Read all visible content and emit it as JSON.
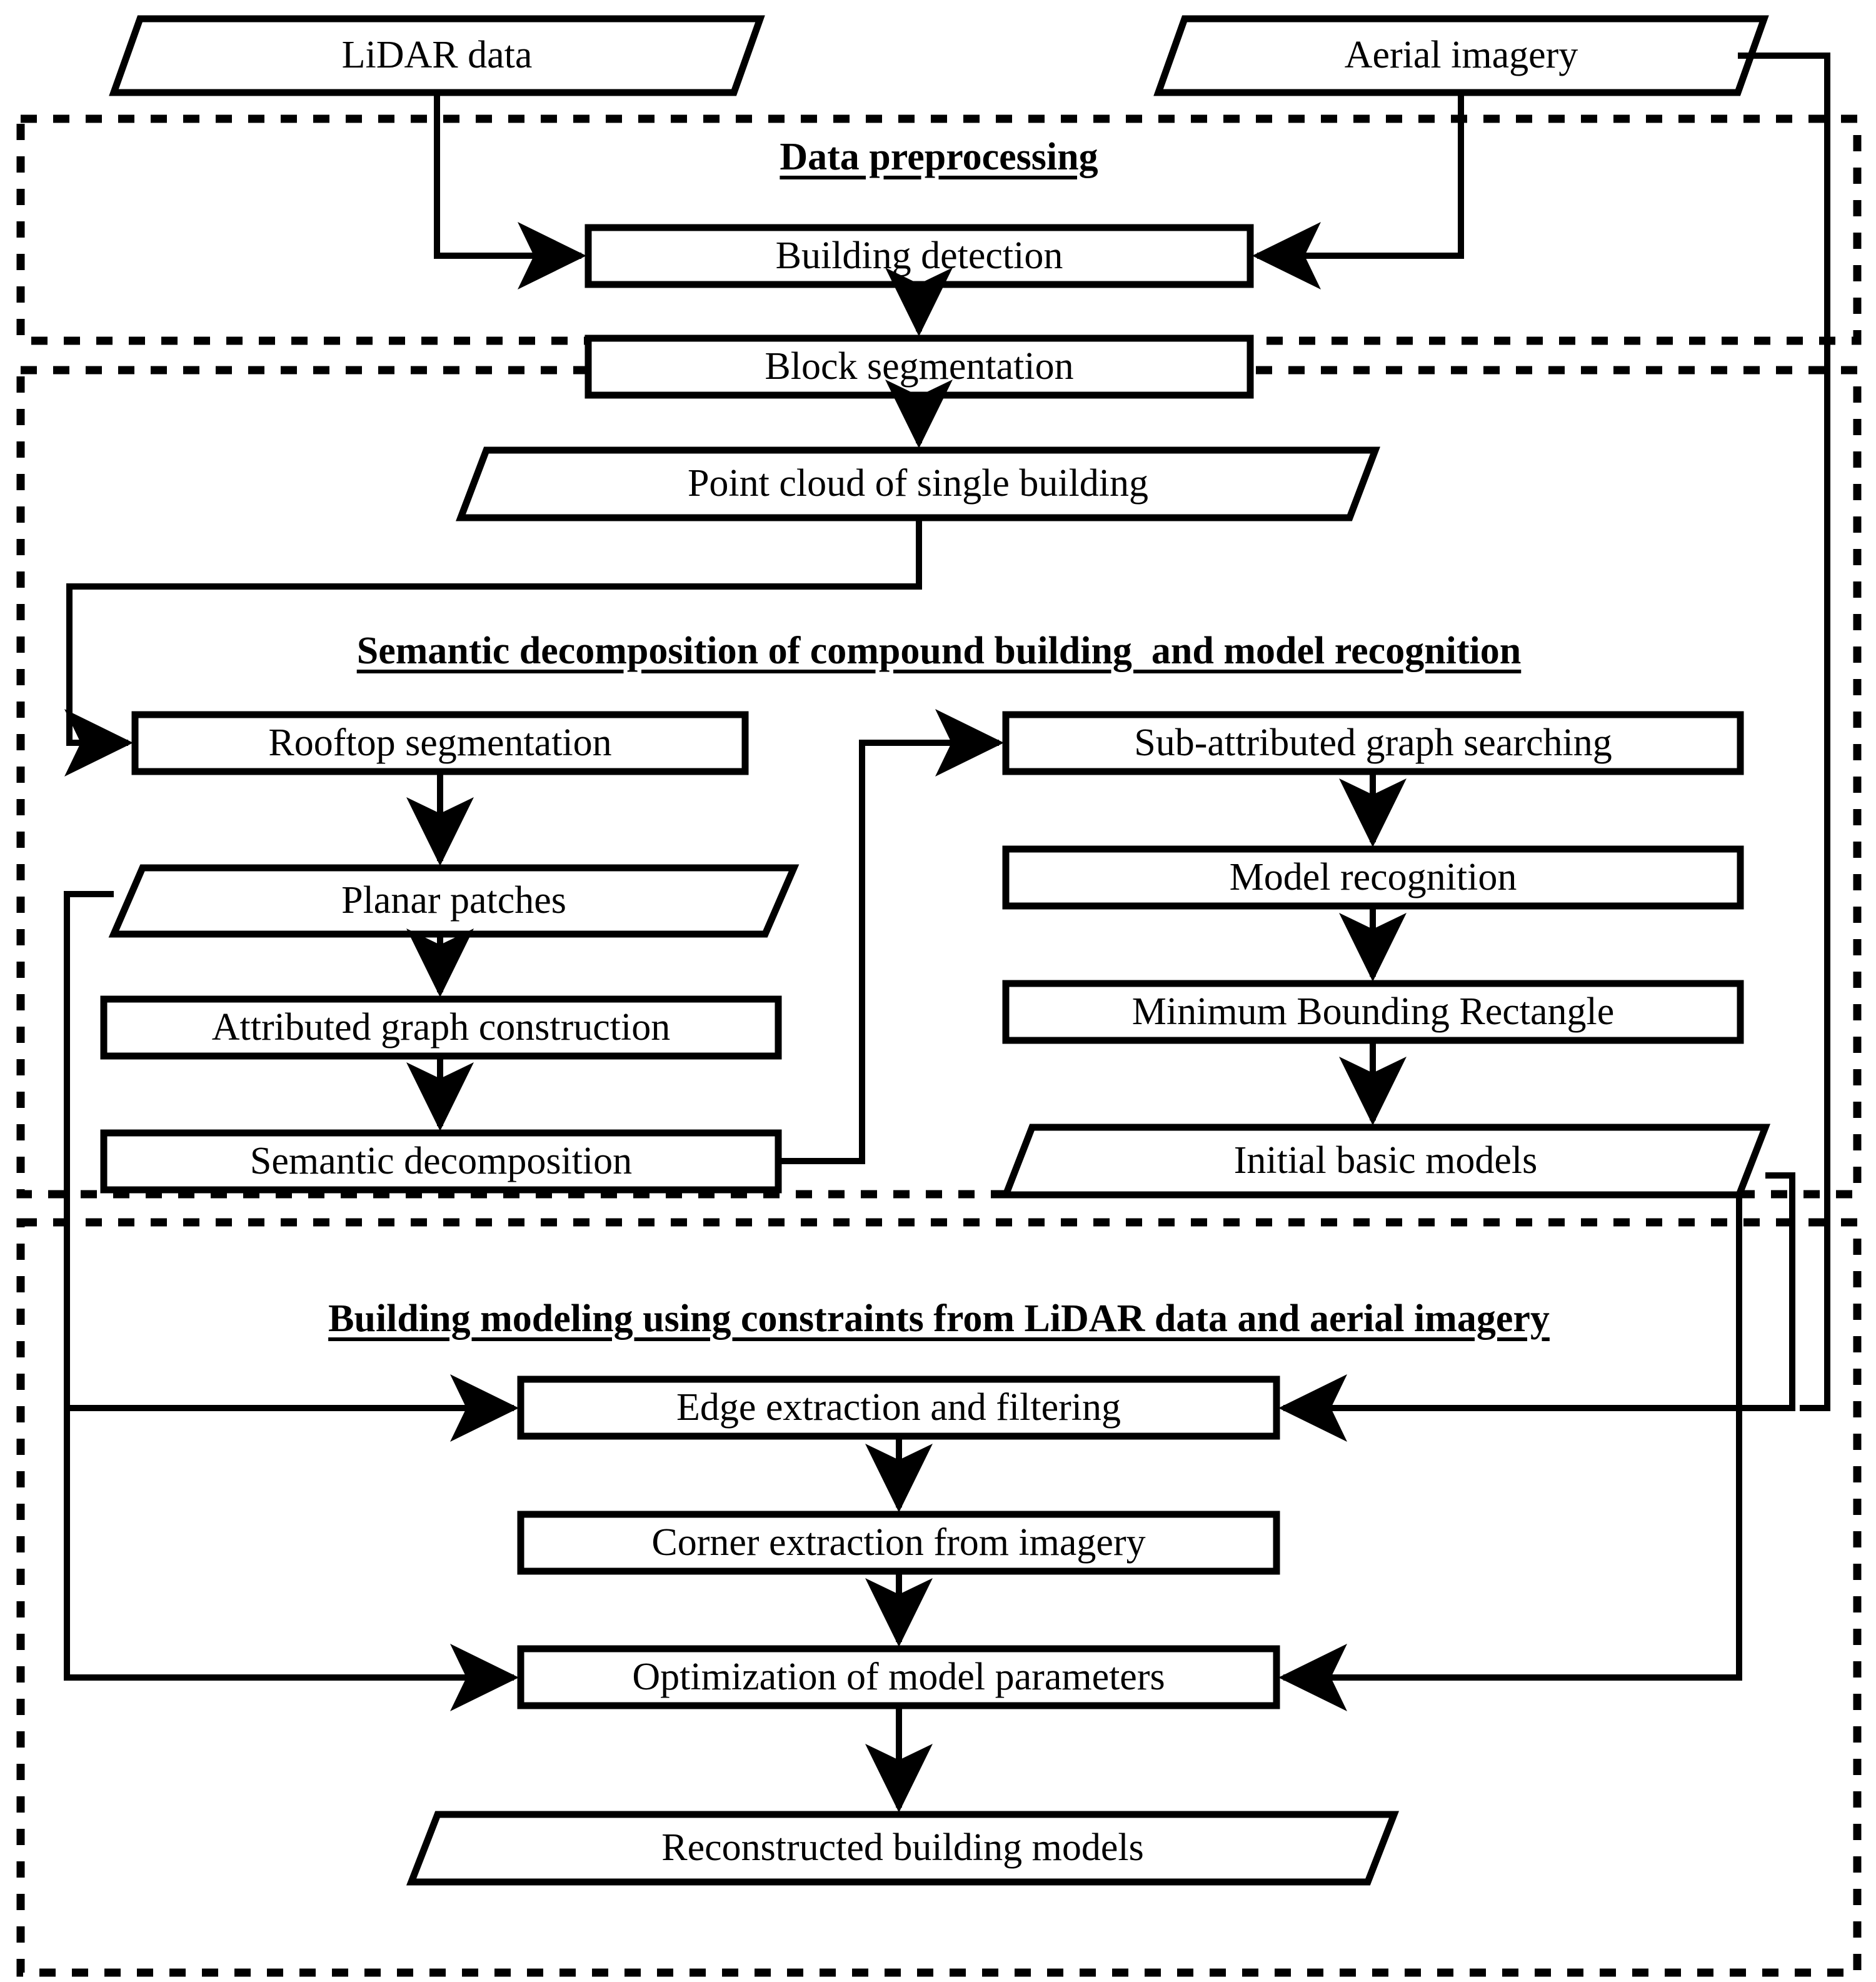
{
  "diagram": {
    "title": "Building reconstruction workflow from LiDAR data and aerial imagery",
    "background_color": "#ffffff",
    "stroke_color": "#000000",
    "section_border_style": "dashed"
  },
  "inputs": [
    {
      "id": "lidar-data",
      "label": "LiDAR data",
      "shape": "parallelogram"
    },
    {
      "id": "aerial-imagery",
      "label": "Aerial imagery",
      "shape": "parallelogram"
    }
  ],
  "sections": [
    {
      "id": "data-preprocessing",
      "title": "Data preprocessing",
      "nodes": [
        {
          "id": "building-detection",
          "label": "Building detection",
          "shape": "rect"
        },
        {
          "id": "block-segmentation",
          "label": "Block segmentation",
          "shape": "rect"
        },
        {
          "id": "point-cloud-single-building",
          "label": "Point cloud of single building",
          "shape": "parallelogram"
        }
      ]
    },
    {
      "id": "semantic-decomposition",
      "title": "Semantic decomposition of compound building  and model recognition",
      "nodes": [
        {
          "id": "rooftop-segmentation",
          "label": "Rooftop segmentation",
          "shape": "rect"
        },
        {
          "id": "planar-patches",
          "label": "Planar patches",
          "shape": "parallelogram"
        },
        {
          "id": "attributed-graph-construction",
          "label": "Attributed graph construction",
          "shape": "rect"
        },
        {
          "id": "semantic-decomposition-step",
          "label": "Semantic decomposition",
          "shape": "rect"
        },
        {
          "id": "sub-attributed-graph-searching",
          "label": "Sub-attributed graph searching",
          "shape": "rect"
        },
        {
          "id": "model-recognition",
          "label": "Model recognition",
          "shape": "rect"
        },
        {
          "id": "minimum-bounding-rectangle",
          "label": "Minimum Bounding Rectangle",
          "shape": "rect"
        },
        {
          "id": "initial-basic-models",
          "label": "Initial basic models",
          "shape": "parallelogram"
        }
      ]
    },
    {
      "id": "building-modeling",
      "title": "Building modeling using constraints from LiDAR data and aerial imagery",
      "nodes": [
        {
          "id": "edge-extraction-and-filtering",
          "label": "Edge extraction and filtering",
          "shape": "rect"
        },
        {
          "id": "corner-extraction-from-imagery",
          "label": "Corner extraction from imagery",
          "shape": "rect"
        },
        {
          "id": "optimization-of-model-parameters",
          "label": "Optimization of model parameters",
          "shape": "rect"
        },
        {
          "id": "reconstructed-building-models",
          "label": "Reconstructed building models",
          "shape": "parallelogram"
        }
      ]
    }
  ],
  "edges": [
    {
      "from": "lidar-data",
      "to": "building-detection"
    },
    {
      "from": "aerial-imagery",
      "to": "building-detection"
    },
    {
      "from": "building-detection",
      "to": "block-segmentation"
    },
    {
      "from": "block-segmentation",
      "to": "point-cloud-single-building"
    },
    {
      "from": "point-cloud-single-building",
      "to": "rooftop-segmentation"
    },
    {
      "from": "rooftop-segmentation",
      "to": "planar-patches"
    },
    {
      "from": "planar-patches",
      "to": "attributed-graph-construction"
    },
    {
      "from": "attributed-graph-construction",
      "to": "semantic-decomposition-step"
    },
    {
      "from": "semantic-decomposition-step",
      "to": "sub-attributed-graph-searching"
    },
    {
      "from": "sub-attributed-graph-searching",
      "to": "model-recognition"
    },
    {
      "from": "model-recognition",
      "to": "minimum-bounding-rectangle"
    },
    {
      "from": "minimum-bounding-rectangle",
      "to": "initial-basic-models"
    },
    {
      "from": "initial-basic-models",
      "to": "edge-extraction-and-filtering"
    },
    {
      "from": "aerial-imagery",
      "to": "edge-extraction-and-filtering"
    },
    {
      "from": "planar-patches",
      "to": "edge-extraction-and-filtering"
    },
    {
      "from": "edge-extraction-and-filtering",
      "to": "corner-extraction-from-imagery"
    },
    {
      "from": "corner-extraction-from-imagery",
      "to": "optimization-of-model-parameters"
    },
    {
      "from": "planar-patches",
      "to": "optimization-of-model-parameters"
    },
    {
      "from": "initial-basic-models",
      "to": "optimization-of-model-parameters"
    },
    {
      "from": "optimization-of-model-parameters",
      "to": "reconstructed-building-models"
    }
  ]
}
